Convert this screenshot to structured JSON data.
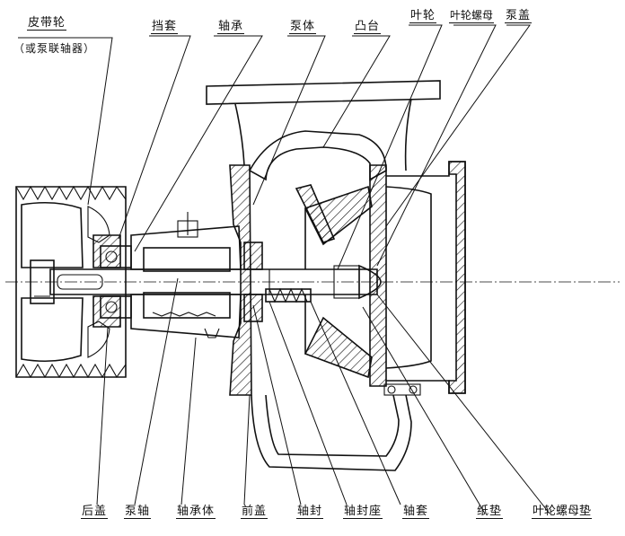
{
  "labels": {
    "pulley": "皮带轮",
    "pulley_note": "（或泵联轴器）",
    "shield": "挡套",
    "bearing": "轴承",
    "pump_body": "泵体",
    "boss": "凸台",
    "impeller": "叶轮",
    "impeller_nut": "叶轮螺母",
    "pump_cover": "泵盖",
    "rear_cover": "后盖",
    "pump_shaft": "泵轴",
    "bearing_body": "轴承体",
    "front_cover": "前盖",
    "shaft_seal": "轴封",
    "seal_seat": "轴封座",
    "sleeve": "轴套",
    "gasket": "纸垫",
    "nut_washer": "叶轮螺母垫"
  }
}
